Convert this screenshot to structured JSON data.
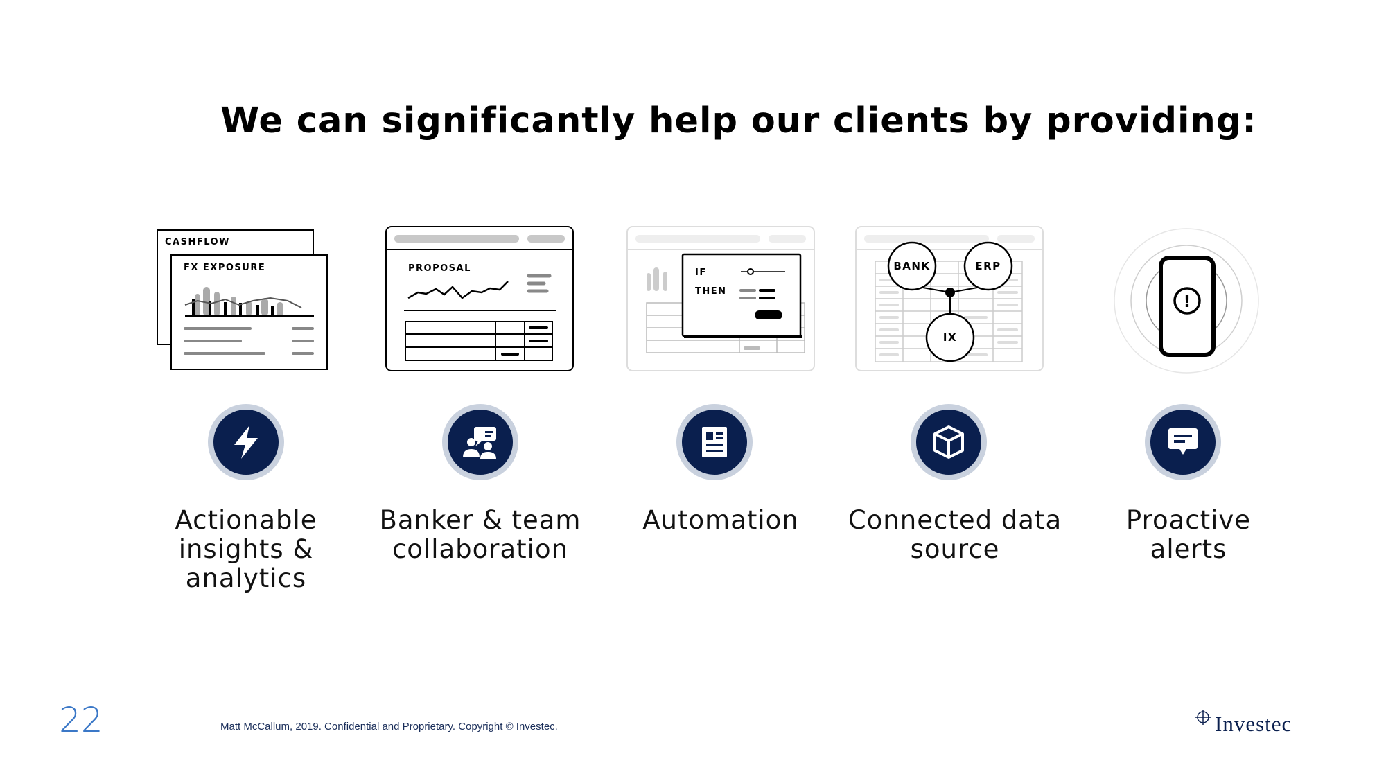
{
  "slide": {
    "title": "We can significantly help our clients by providing:",
    "page_number": "22",
    "footer": "Matt McCallum, 2019. Confidential and Proprietary. Copyright © Investec.",
    "logo_text": "Investec"
  },
  "colors": {
    "navy": "#0a1f4e",
    "badge_ring": "#c9d1de",
    "page_number": "#3b78c7"
  },
  "features": [
    {
      "icon": "lightning-bolt-icon",
      "label_lines": [
        "Actionable",
        "insights &",
        "analytics"
      ],
      "illustration": {
        "back_card": "CASHFLOW",
        "front_card": "FX EXPOSURE"
      }
    },
    {
      "icon": "team-collaboration-icon",
      "label_lines": [
        "Banker & team",
        "collaboration"
      ],
      "illustration": {
        "card_title": "PROPOSAL"
      }
    },
    {
      "icon": "document-icon",
      "label_lines": [
        "Automation"
      ],
      "illustration": {
        "if_label": "IF",
        "then_label": "THEN"
      }
    },
    {
      "icon": "cube-icon",
      "label_lines": [
        "Connected data",
        "source"
      ],
      "illustration": {
        "node_bank": "BANK",
        "node_erp": "ERP",
        "node_ix": "IX"
      }
    },
    {
      "icon": "chat-message-icon",
      "label_lines": [
        "Proactive",
        "alerts"
      ],
      "illustration": {
        "alert_symbol": "!"
      }
    }
  ]
}
